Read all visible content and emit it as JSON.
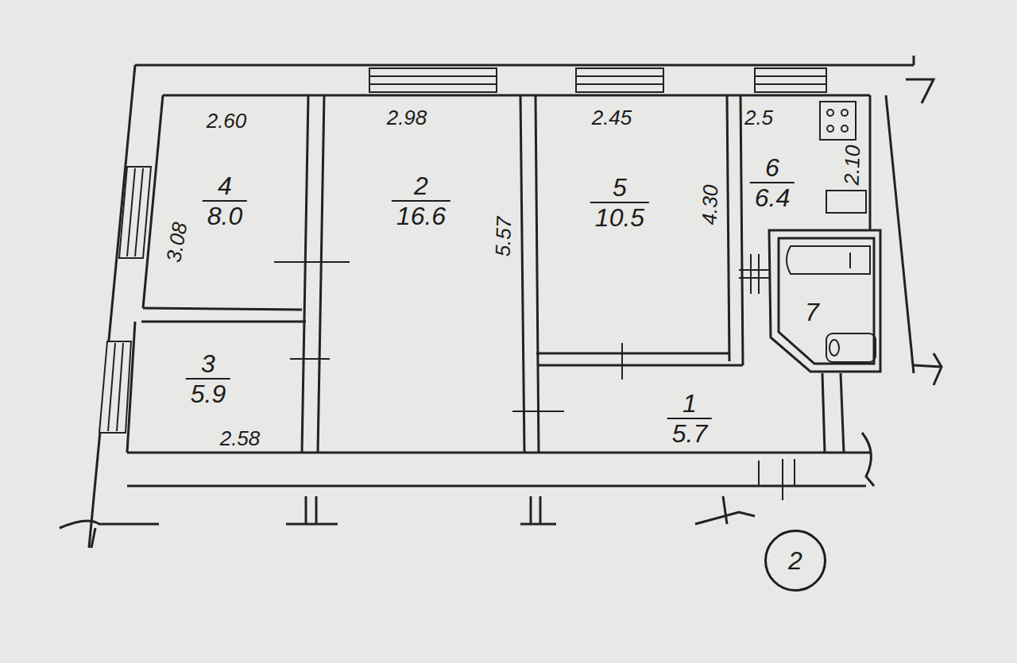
{
  "diagram": {
    "nodes": [
      {
        "text": [
          "4",
          "8.0"
        ]
      },
      {
        "text": [
          "3",
          "5.9"
        ]
      },
      {
        "text": [
          "2",
          "16.6"
        ]
      },
      {
        "text": [
          "5",
          "10.5"
        ]
      },
      {
        "text": [
          "6",
          "6.4"
        ]
      },
      {
        "text": [
          "7"
        ]
      },
      {
        "text": [
          "1",
          "5.7"
        ]
      },
      {
        "text": [
          "2"
        ]
      }
    ],
    "labels": [
      "2.60",
      "3.08",
      "2.98",
      "5.57",
      "2.45",
      "4.30",
      "2.5",
      "2.10",
      "2.58"
    ]
  }
}
